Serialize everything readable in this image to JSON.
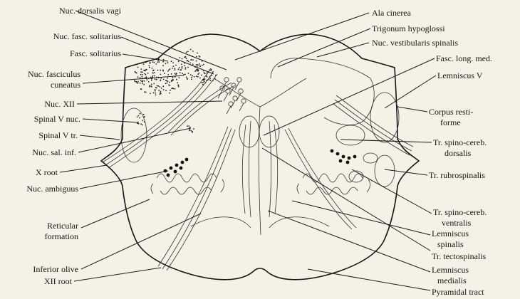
{
  "figure": {
    "labels_left": {
      "nuc_dorsalis_vagi": "Nuc. dorsalis vagi",
      "nuc_fasc_solitarius": "Nuc. fasc. solitarius",
      "fasc_solitarius": "Fasc. solitarius",
      "nuc_fasciculus_1": "Nuc. fasciculus",
      "nuc_fasciculus_2": "cuneatus",
      "nuc_xii": "Nuc. XII",
      "spinal_v_nuc": "Spinal V nuc.",
      "spinal_v_tr": "Spinal V tr.",
      "nuc_sal_inf": "Nuc. sal. inf.",
      "x_root": "X root",
      "nuc_ambiguus": "Nuc. ambiguus",
      "reticular_1": "Reticular",
      "reticular_2": "formation",
      "inferior_olive": "Inferior olive",
      "xii_root": "XII root"
    },
    "labels_right": {
      "ala_cinerea": "Ala cinerea",
      "trigonum_hypoglossi": "Trigonum hypoglossi",
      "nuc_vestibularis_spinalis": "Nuc. vestibularis spinalis",
      "fasc_long_med": "Fasc. long. med.",
      "lemniscus_v": "Lemniscus V",
      "corpus_restiforme_1": "Corpus resti-",
      "corpus_restiforme_2": "forme",
      "tr_spino_cereb_dorsalis_1": "Tr. spino-cereb.",
      "tr_spino_cereb_dorsalis_2": "dorsalis",
      "tr_rubrospinalis": "Tr. rubrospinalis",
      "tr_spino_cereb_ventralis_1": "Tr. spino-cereb.",
      "tr_spino_cereb_ventralis_2": "ventralis",
      "lemniscus_spinalis_1": "Lemniscus",
      "lemniscus_spinalis_2": "spinalis",
      "tr_tectospinalis": "Tr. tectospinalis",
      "lemniscus_medialis_1": "Lemniscus",
      "lemniscus_medialis_2": "medialis",
      "pyramidal_tract": "Pyramidal tract"
    }
  }
}
